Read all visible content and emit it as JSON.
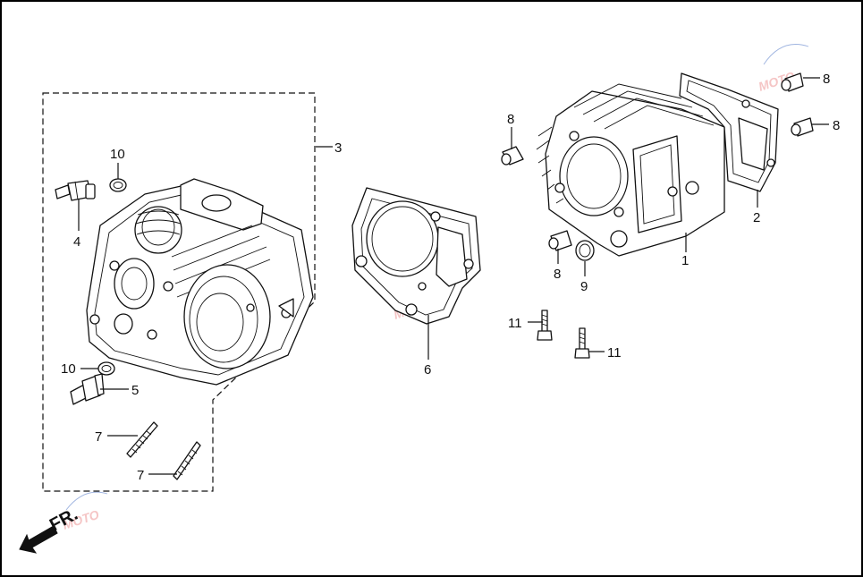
{
  "callouts": [
    {
      "id": "c1",
      "text": "1"
    },
    {
      "id": "c2",
      "text": "2"
    },
    {
      "id": "c3",
      "text": "3"
    },
    {
      "id": "c4",
      "text": "4"
    },
    {
      "id": "c5",
      "text": "5"
    },
    {
      "id": "c6",
      "text": "6"
    },
    {
      "id": "c7a",
      "text": "7"
    },
    {
      "id": "c7b",
      "text": "7"
    },
    {
      "id": "c8a",
      "text": "8"
    },
    {
      "id": "c8b",
      "text": "8"
    },
    {
      "id": "c8c",
      "text": "8"
    },
    {
      "id": "c8d",
      "text": "8"
    },
    {
      "id": "c9",
      "text": "9"
    },
    {
      "id": "c10a",
      "text": "10"
    },
    {
      "id": "c10b",
      "text": "10"
    },
    {
      "id": "c11a",
      "text": "11"
    },
    {
      "id": "c11b",
      "text": "11"
    }
  ],
  "direction": {
    "label": "FR.",
    "icon": "front-arrow-icon"
  },
  "watermark": {
    "text": "MOTO"
  },
  "colors": {
    "line": "#111111",
    "background": "#ffffff",
    "watermark": "#e35b5b"
  }
}
